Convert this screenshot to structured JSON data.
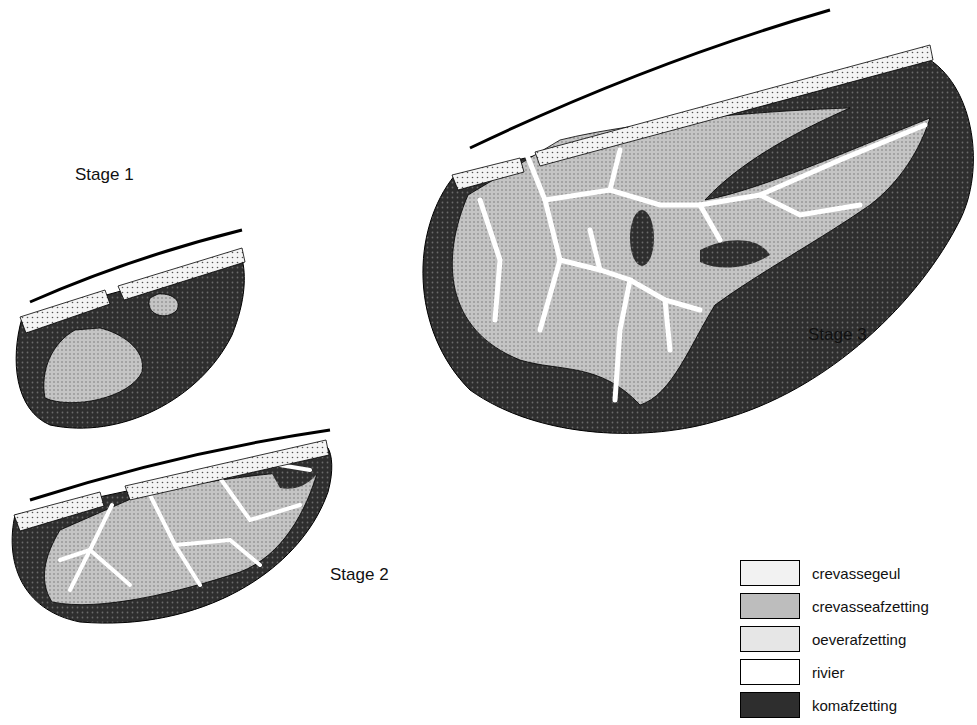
{
  "diagram": {
    "labels": [
      "Stage 1",
      "Stage 2",
      "Stage 3"
    ],
    "legend": [
      {
        "text": "crevassegeul",
        "color": "#f2f2f2"
      },
      {
        "text": "crevasseafzetting",
        "color": "#bdbdbd"
      },
      {
        "text": "oeverafzetting",
        "color": "#e6e6e6"
      },
      {
        "text": "rivier",
        "color": "#ffffff"
      },
      {
        "text": "komafzetting",
        "color": "#2e2e2e"
      }
    ]
  }
}
